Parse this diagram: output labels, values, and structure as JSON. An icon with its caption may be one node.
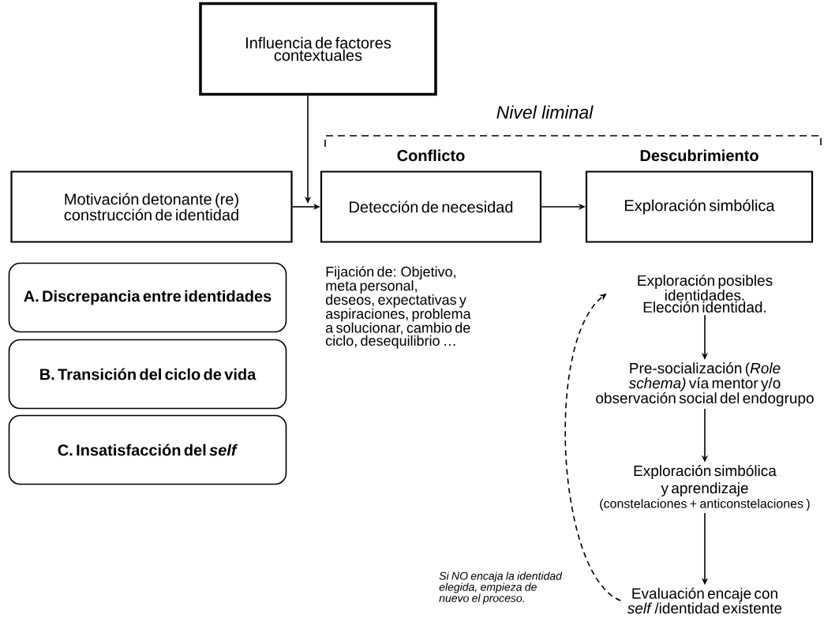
{
  "diagram": {
    "nodes": [
      {
        "text": [
          "Influencia de factores contextuales"
        ]
      },
      {
        "text": [
          "Motivación detonante (re) construcción de identidad"
        ]
      },
      {
        "text": [
          "Conflicto",
          "Detección de necesidad"
        ]
      },
      {
        "text": [
          "Descubrimiento",
          "Exploración simbólica"
        ]
      },
      {
        "text": [
          "A. Discrepancia entre identidades"
        ]
      },
      {
        "text": [
          "B. Transición del ciclo de vida"
        ]
      },
      {
        "text": [
          "C. Insatisfacción del *self*"
        ]
      },
      {
        "text": [
          "Exploración posibles identidades. Elección identidad."
        ]
      },
      {
        "text": [
          "Pre-socialización (*Role schema)* vía mentor y/o observación social del endogrupo"
        ]
      },
      {
        "text": [
          "Exploración simbólica y aprendizaje",
          "(constelaciones + anticonstelaciones )"
        ]
      },
      {
        "text": [
          "Evaluación encaje con *self* /identidad existente"
        ]
      }
    ],
    "edges": [
      {
        "from": 0,
        "to": null,
        "arrow": "to"
      },
      {
        "from": 1,
        "to": 2,
        "arrow": "to"
      },
      {
        "from": 2,
        "to": 3,
        "arrow": "to"
      },
      {
        "from": 7,
        "to": 8,
        "arrow": "to"
      },
      {
        "from": 8,
        "to": 9,
        "arrow": "to"
      },
      {
        "from": 9,
        "to": 10,
        "arrow": "to"
      },
      {
        "from": 10,
        "to": 7,
        "arrow": "to",
        "style": "dashed",
        "label": "Si NO encaja la identidad elegida, empieza de nuevo el proceso."
      }
    ],
    "labels": [
      "Nivel liminal",
      "Fijación de: Objetivo, meta personal, deseos, expectativas y aspiraciones, problema a solucionar, cambio de ciclo, desequilibrio …"
    ]
  }
}
